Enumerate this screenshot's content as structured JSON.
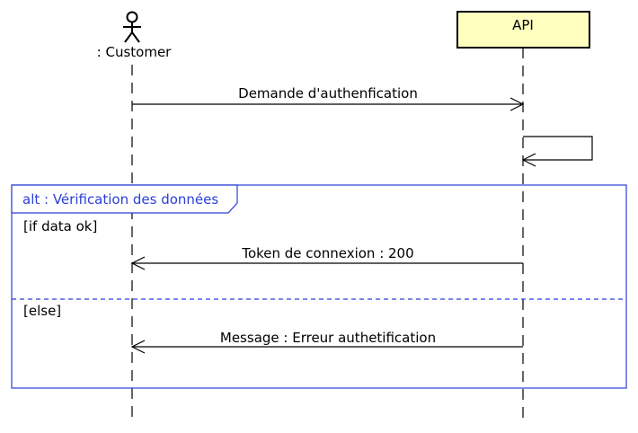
{
  "participants": {
    "customer": {
      "label": ": Customer",
      "kind": "actor"
    },
    "api": {
      "label": "API",
      "kind": "box",
      "fill": "#ffffc0"
    }
  },
  "messages": [
    {
      "label": "Demande d'authenfication",
      "from": "customer",
      "to": "api",
      "style": "solid-open-arrow"
    },
    {
      "label": "",
      "from": "api",
      "to": "api",
      "style": "self-call"
    },
    {
      "label": "Token de connexion : 200",
      "from": "api",
      "to": "customer",
      "style": "solid-open-arrow"
    },
    {
      "label": "Message : Erreur authetification",
      "from": "api",
      "to": "customer",
      "style": "solid-open-arrow"
    }
  ],
  "fragment": {
    "operator_label": "alt : Vérification des données",
    "color": "#2a3fd6",
    "guards": [
      "[if data ok]",
      "[else]"
    ]
  }
}
